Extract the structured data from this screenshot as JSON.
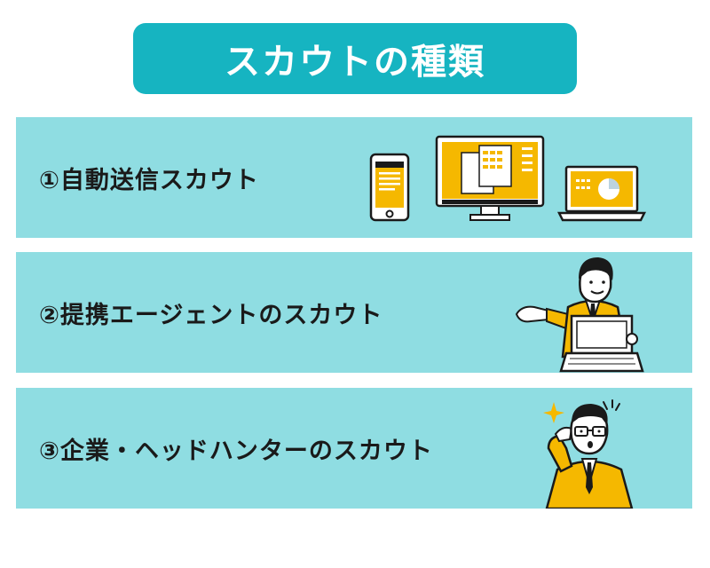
{
  "title": "スカウトの種類",
  "items": [
    {
      "label": "①自動送信スカウト",
      "icons": [
        "smartphone-icon",
        "desktop-monitor-icon",
        "laptop-icon"
      ]
    },
    {
      "label": "②提携エージェントのスカウト",
      "icons": [
        "businessman-presenting-icon"
      ]
    },
    {
      "label": "③企業・ヘッドハンターのスカウト",
      "icons": [
        "businessman-surprised-icon"
      ]
    }
  ],
  "colors": {
    "accent": "#16b4c1",
    "panel": "#8fdde2",
    "highlight": "#f5b800",
    "outline": "#1a1a1a"
  }
}
